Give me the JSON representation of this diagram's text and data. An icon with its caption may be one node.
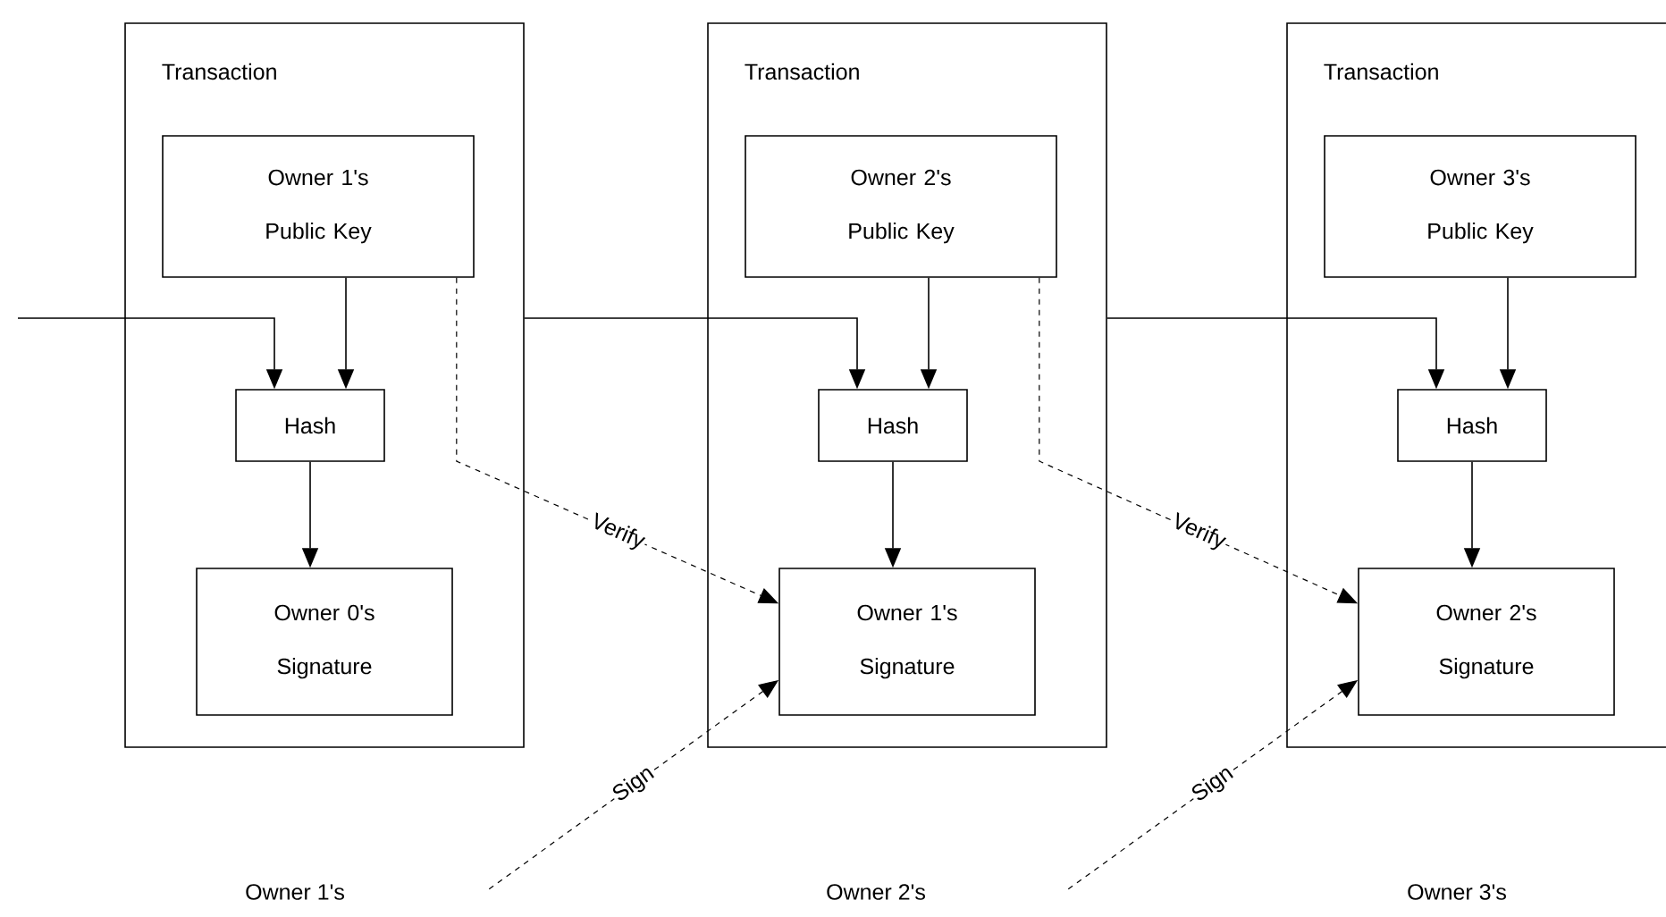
{
  "diagram": {
    "nodes": [
      {
        "text": [
          "Transaction"
        ]
      },
      {
        "text": [
          "Owner 1's Public Key"
        ],
        "in": 0
      },
      {
        "text": [
          "Hash"
        ],
        "in": 0
      },
      {
        "text": [
          "Owner 0's Signature"
        ],
        "in": 0
      },
      {
        "text": [
          "Transaction"
        ]
      },
      {
        "text": [
          "Owner 2's Public Key"
        ],
        "in": 4
      },
      {
        "text": [
          "Hash"
        ],
        "in": 4
      },
      {
        "text": [
          "Owner 1's Signature"
        ],
        "in": 4
      },
      {
        "text": [
          "Transaction"
        ]
      },
      {
        "text": [
          "Owner 3's Public Key"
        ],
        "in": 8
      },
      {
        "text": [
          "Hash"
        ],
        "in": 8
      },
      {
        "text": [
          "Owner 2's Signature"
        ],
        "in": 8
      }
    ],
    "edges": [
      {
        "from": null,
        "to": 2,
        "arrow": "to"
      },
      {
        "from": 1,
        "to": 2,
        "arrow": "to"
      },
      {
        "from": 2,
        "to": 3,
        "arrow": "to"
      },
      {
        "from": 0,
        "to": 6,
        "arrow": "to"
      },
      {
        "from": 5,
        "to": 6,
        "arrow": "to"
      },
      {
        "from": 6,
        "to": 7,
        "arrow": "to"
      },
      {
        "from": 4,
        "to": 10,
        "arrow": "to"
      },
      {
        "from": 9,
        "to": 10,
        "arrow": "to"
      },
      {
        "from": 10,
        "to": 11,
        "arrow": "to"
      },
      {
        "from": 1,
        "to": 7,
        "arrow": "to",
        "style": "dashed",
        "label": "Verify"
      },
      {
        "from": 5,
        "to": 11,
        "arrow": "to",
        "style": "dashed",
        "label": "Verify"
      },
      {
        "from": null,
        "to": 7,
        "arrow": "to",
        "style": "dashed",
        "label": "Sign"
      },
      {
        "from": null,
        "to": 11,
        "arrow": "to",
        "style": "dashed",
        "label": "Sign"
      }
    ],
    "labels": [
      "Owner 1's",
      "Owner 2's",
      "Owner 3's"
    ]
  }
}
